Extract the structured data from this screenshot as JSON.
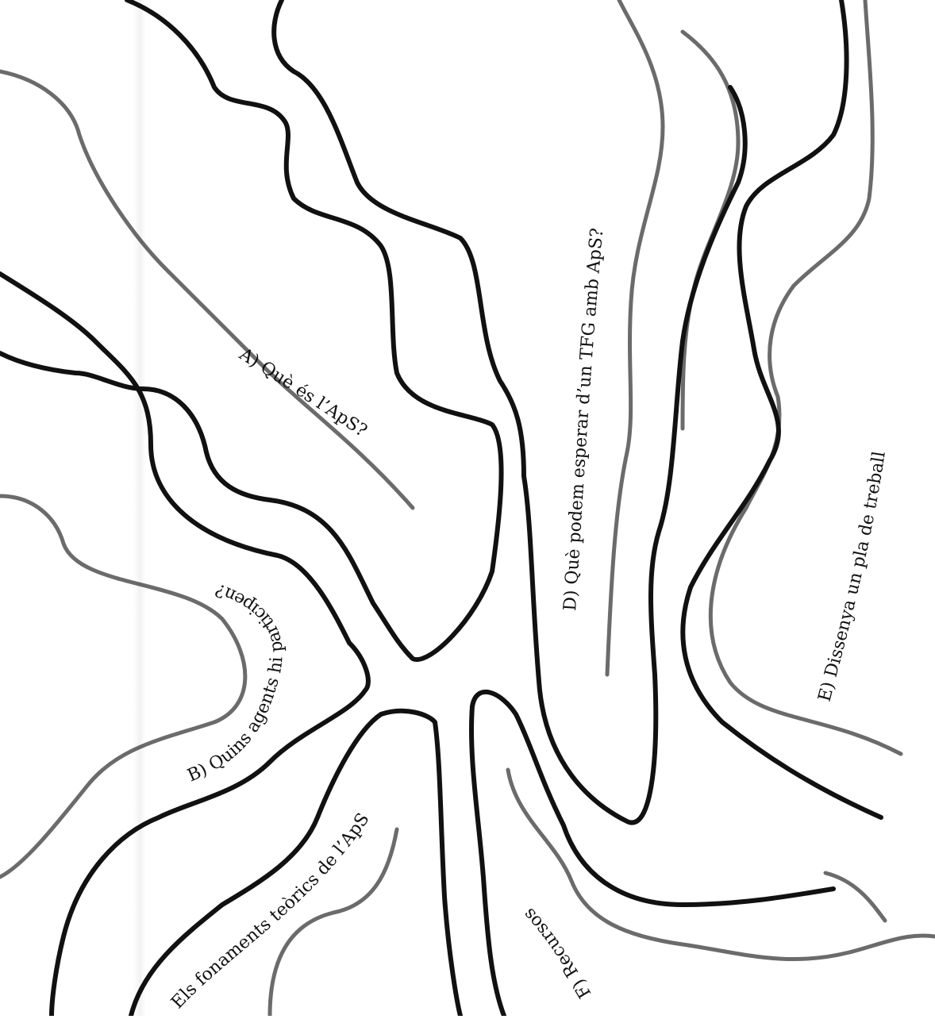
{
  "colors": {
    "dark": "#111111",
    "grey": "#6b6b6b",
    "paper": "#ffffff"
  },
  "labels": {
    "a": "A) Què és l’ApS?",
    "b": "B) Quins agents hi participen?",
    "c": "Els fonaments teòrics de l’ApS",
    "d": "D) Què podem esperar d’un TFG amb ApS?",
    "e": "E) Dissenya un pla de treball",
    "f": "F) Recursos"
  }
}
